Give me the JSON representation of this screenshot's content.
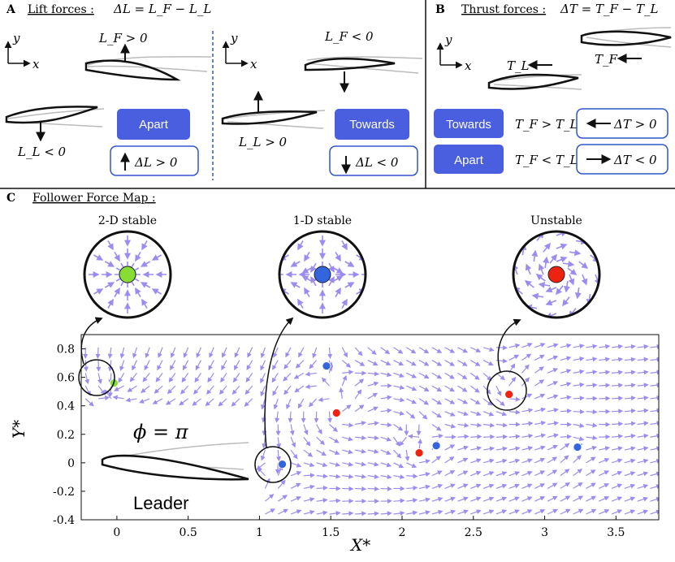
{
  "panel_a": {
    "letter": "A",
    "title": "Lift forces :",
    "equation": "ΔL = L_F − L_L",
    "axis_y": "y",
    "axis_x": "x",
    "left": {
      "force_top": "L_F > 0",
      "force_bottom": "L_L < 0",
      "pill": "Apart",
      "result": "ΔL > 0"
    },
    "right": {
      "force_top": "L_F < 0",
      "force_bottom": "L_L > 0",
      "pill": "Towards",
      "result": "ΔL < 0"
    }
  },
  "panel_b": {
    "letter": "B",
    "title": "Thrust forces :",
    "equation": "ΔT = T_F − T_L",
    "axis_y": "y",
    "axis_x": "x",
    "label_leader": "T_L",
    "label_follower": "T_F",
    "rows": [
      {
        "pill": "Towards",
        "condition": "T_F > T_L",
        "result": "ΔT > 0",
        "arrow": "left"
      },
      {
        "pill": "Apart",
        "condition": "T_F < T_L",
        "result": "ΔT < 0",
        "arrow": "right"
      }
    ]
  },
  "panel_c": {
    "letter": "C",
    "title": "Follower Force Map :",
    "insets": [
      {
        "label": "2-D stable",
        "color": "#88dd33"
      },
      {
        "label": "1-D stable",
        "color": "#3366dd"
      },
      {
        "label": "Unstable",
        "color": "#ee2211"
      }
    ],
    "phi_label": "ϕ = π",
    "leader_label": "Leader"
  },
  "colors": {
    "arrow": "#9c8cf0",
    "pill": "#4a5ee0",
    "divider": "#3355cc",
    "stable2d": "#88dd33",
    "stable1d": "#3366dd",
    "unstable": "#ee2211"
  },
  "chart_data": {
    "type": "scatter",
    "xlabel": "X*",
    "ylabel": "Y*",
    "xlim": [
      -0.25,
      3.8
    ],
    "ylim": [
      -0.4,
      0.9
    ],
    "xticks": [
      "0",
      "0.5",
      "1",
      "1.5",
      "2",
      "2.5",
      "3",
      "3.5"
    ],
    "yticks": [
      "0.8",
      "0.6",
      "0.4",
      "0.2",
      "0",
      "-0.2",
      "-0.4"
    ],
    "fixed_points": [
      {
        "x": -0.02,
        "y": 0.56,
        "kind": "2-D stable"
      },
      {
        "x": 1.47,
        "y": 0.68,
        "kind": "1-D stable"
      },
      {
        "x": 1.16,
        "y": -0.01,
        "kind": "1-D stable"
      },
      {
        "x": 2.24,
        "y": 0.12,
        "kind": "1-D stable"
      },
      {
        "x": 3.23,
        "y": 0.11,
        "kind": "1-D stable"
      },
      {
        "x": 1.54,
        "y": 0.35,
        "kind": "Unstable"
      },
      {
        "x": 2.12,
        "y": 0.07,
        "kind": "Unstable"
      },
      {
        "x": 2.75,
        "y": 0.48,
        "kind": "Unstable"
      }
    ]
  }
}
